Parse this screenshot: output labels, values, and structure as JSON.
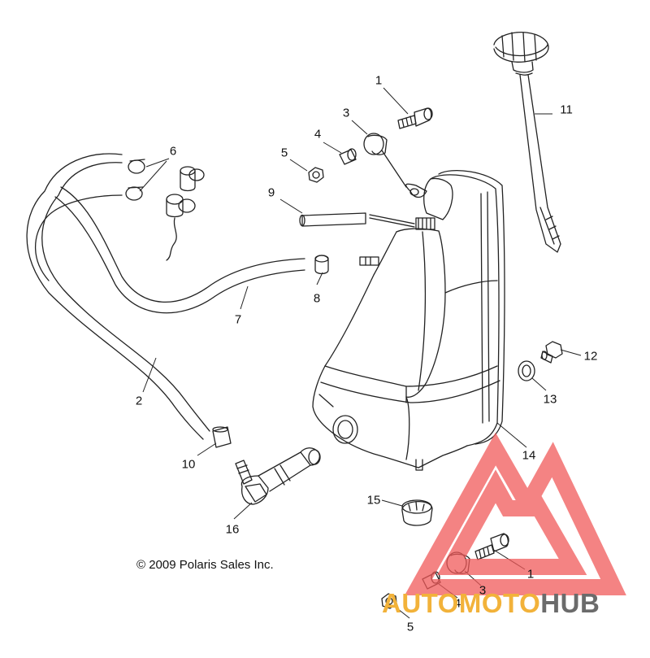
{
  "diagram": {
    "copyright": "© 2009 Polaris Sales Inc.",
    "callouts": [
      {
        "id": "c1a",
        "text": "1"
      },
      {
        "id": "c3a",
        "text": "3"
      },
      {
        "id": "c4a",
        "text": "4"
      },
      {
        "id": "c5a",
        "text": "5"
      },
      {
        "id": "c6",
        "text": "6"
      },
      {
        "id": "c9",
        "text": "9"
      },
      {
        "id": "c8",
        "text": "8"
      },
      {
        "id": "c7",
        "text": "7"
      },
      {
        "id": "c2",
        "text": "2"
      },
      {
        "id": "c11",
        "text": "11"
      },
      {
        "id": "c12",
        "text": "12"
      },
      {
        "id": "c13",
        "text": "13"
      },
      {
        "id": "c14",
        "text": "14"
      },
      {
        "id": "c10",
        "text": "10"
      },
      {
        "id": "c16",
        "text": "16"
      },
      {
        "id": "c15",
        "text": "15"
      },
      {
        "id": "c1b",
        "text": "1"
      },
      {
        "id": "c3b",
        "text": "3"
      },
      {
        "id": "c4b",
        "text": "4"
      },
      {
        "id": "c5b",
        "text": "5"
      }
    ]
  },
  "watermark": {
    "part1": "AUTOMOTO",
    "part2": "HUB",
    "color_red": "#f05a5a",
    "color_yellow": "#f2b23a",
    "color_gray": "#6b6b6b"
  }
}
